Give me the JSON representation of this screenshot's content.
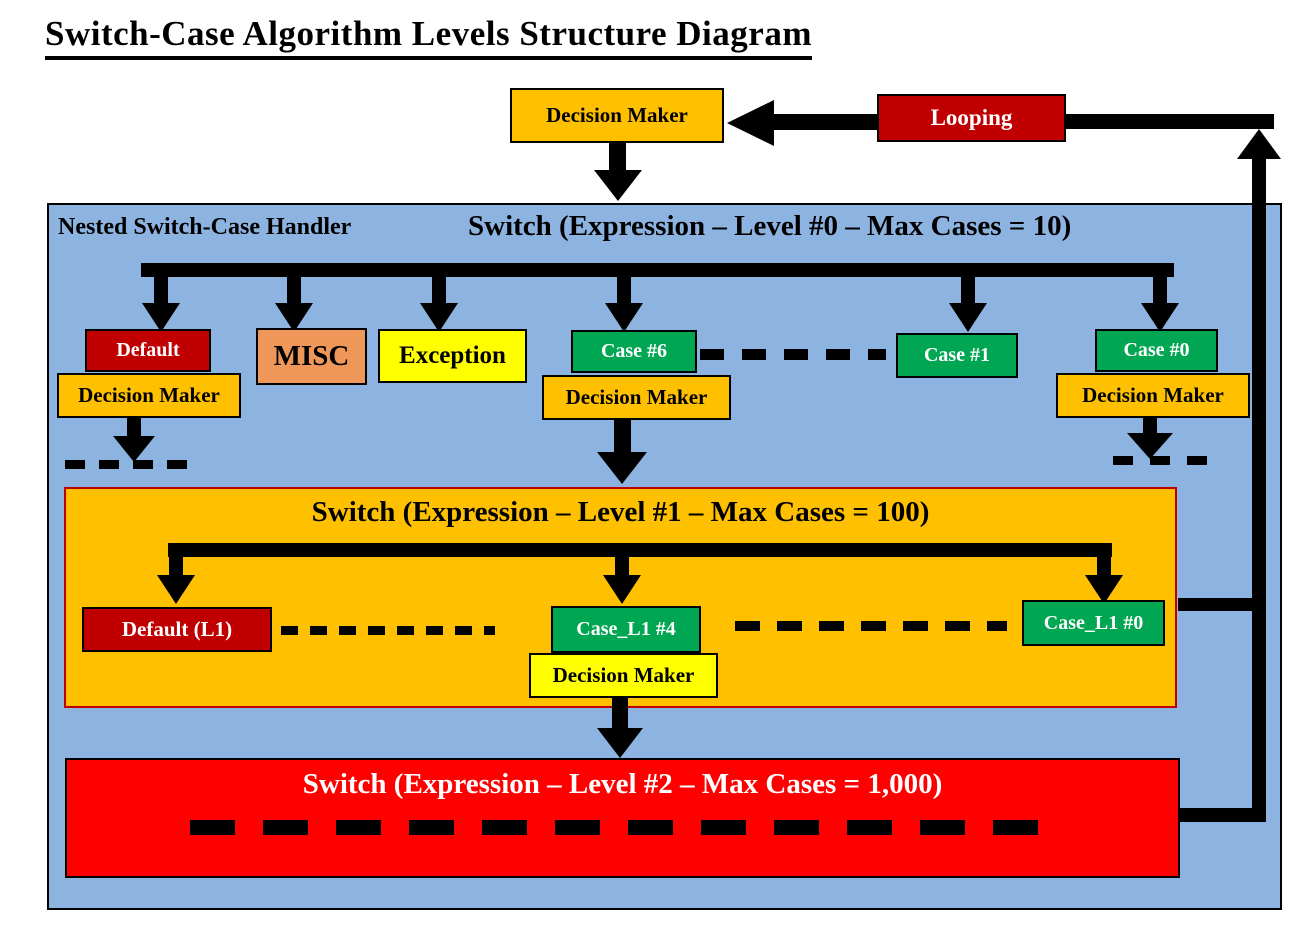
{
  "page_title": "Switch-Case Algorithm Levels Structure Diagram",
  "labels": {
    "decision_maker": "Decision Maker",
    "looping": "Looping",
    "handler": "Nested Switch-Case Handler"
  },
  "level0": {
    "title": "Switch (Expression – Level #0 – Max Cases = 10)",
    "cases": [
      {
        "label": "Default",
        "color": "#C00000"
      },
      {
        "label": "MISC",
        "color": "#EF9659"
      },
      {
        "label": "Exception",
        "color": "#FFFF00"
      },
      {
        "label": "Case #6",
        "color": "#00A651"
      },
      {
        "label": "Case #1",
        "color": "#00A651"
      },
      {
        "label": "Case #0",
        "color": "#00A651"
      }
    ]
  },
  "level1": {
    "title": "Switch (Expression – Level #1 – Max Cases = 100)",
    "cases": [
      {
        "label": "Default (L1)",
        "color": "#C00000"
      },
      {
        "label": "Case_L1 #4",
        "color": "#00A651"
      },
      {
        "label": "Case_L1 #0",
        "color": "#00A651"
      }
    ]
  },
  "level2": {
    "title": "Switch (Expression – Level #2 – Max Cases = 1,000)",
    "color": "#FE0000"
  },
  "colors": {
    "panel_blue": "#8DB3E1",
    "decision_maker_orange": "#FFC000",
    "dark_red": "#C00000",
    "misc_coral": "#EF9659",
    "yellow": "#FFFF00",
    "case_green": "#00A651",
    "level2_red": "#FE0000",
    "line_black": "#000000"
  }
}
